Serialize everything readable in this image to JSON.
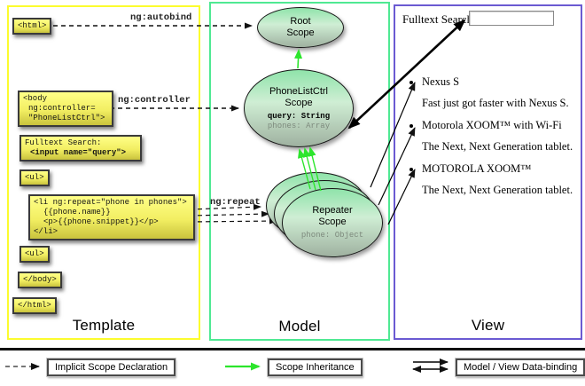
{
  "columns": {
    "template": {
      "label": "Template"
    },
    "model": {
      "label": "Model"
    },
    "view": {
      "label": "View"
    }
  },
  "template_code": {
    "html_open": "<html>",
    "body_open": {
      "line1": "<body",
      "line2": "ng:controller=",
      "line3": "\"PhoneListCtrl\">"
    },
    "fulltext": {
      "line1": "Fulltext Search:",
      "line2": "<input name=\"query\">"
    },
    "ul_open": "<ul>",
    "li_repeat": {
      "line1": "<li ng:repeat=\"phone in phones\">",
      "line2": "{{phone.name}}",
      "line3": "<p>{{phone.snippet}}</p>",
      "line4": "</li>"
    },
    "ul_close": "<ul>",
    "body_close": "</body>",
    "html_close": "</html>"
  },
  "directives": {
    "autobind": "ng:autobind",
    "controller": "ng:controller",
    "repeat": "ng:repeat"
  },
  "scopes": {
    "root": {
      "line1": "Root",
      "line2": "Scope"
    },
    "phonelist": {
      "line1": "PhoneListCtrl",
      "line2": "Scope",
      "prop1": "query: String",
      "prop2": "phones: Array"
    },
    "repeater": {
      "line1": "Repeater",
      "line2": "Scope",
      "prop1": "phone: Object"
    }
  },
  "view": {
    "search_label": "Fulltext Search:",
    "search_value": "",
    "items": [
      {
        "title": "Nexus S",
        "desc": "Fast just got faster with Nexus S."
      },
      {
        "title": "Motorola XOOM™ with Wi-Fi",
        "desc": "The Next, Next Generation tablet."
      },
      {
        "title": "MOTOROLA XOOM™",
        "desc": "The Next, Next Generation tablet."
      }
    ]
  },
  "legend": {
    "implicit": "Implicit Scope Declaration",
    "inheritance": "Scope Inheritance",
    "binding": "Model / View Data-binding"
  },
  "colors": {
    "template_border": "#fcfc2e",
    "model_border": "#4fe993",
    "view_border": "#6b5ad2",
    "inheritance_green": "#2ce52c",
    "arrow_black": "#111111"
  }
}
